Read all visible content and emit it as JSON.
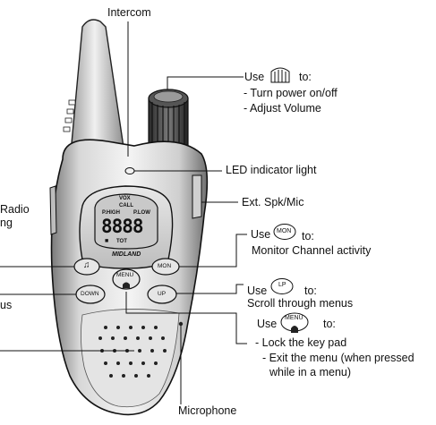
{
  "callouts": {
    "intercom": "Intercom",
    "power": {
      "use": "Use",
      "to": "to:",
      "items": [
        "- Turn power on/off",
        "- Adjust Volume"
      ]
    },
    "led": "LED indicator light",
    "ext": "Ext. Spk/Mic",
    "radio_partial": [
      "Radio",
      "ng"
    ],
    "mon": {
      "use": "Use",
      "btn": "MON",
      "to": "to:",
      "desc": "Monitor Channel activity"
    },
    "lp": {
      "use": "Use",
      "btn": "LP",
      "to": "to:",
      "desc": "Scroll through menus"
    },
    "menu": {
      "use": "Use",
      "btn": "MENU",
      "to": "to:",
      "items": [
        "- Lock the key pad",
        "- Exit the menu (when pressed",
        "while in a menu)"
      ]
    },
    "us_partial": "us",
    "microphone": "Microphone"
  },
  "device": {
    "display_top": "VOX",
    "call": "CALL",
    "phigh": "P.HIGH",
    "plow": "P.LOW",
    "digits": "8888",
    "tot": "TOT",
    "brand": "MIDLAND",
    "buttons": {
      "mon": "MON",
      "down": "DOWN",
      "menu": "MENU",
      "up": "UP",
      "music": "♫"
    }
  }
}
